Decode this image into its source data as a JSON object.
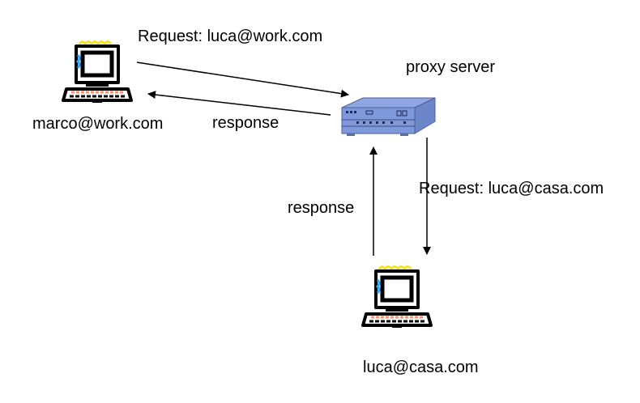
{
  "labels": {
    "request_to_proxy": "Request: luca@work.com",
    "proxy_server": "proxy server",
    "client_marco": "marco@work.com",
    "response_to_marco": "response",
    "request_to_luca": "Request: luca@casa.com",
    "response_from_luca": "response",
    "client_luca": "luca@casa.com"
  },
  "icons": {
    "computer": "computer-icon",
    "server": "server-icon"
  },
  "colors": {
    "server_body": "#8ea7e2",
    "server_face": "#7f98da",
    "computer_screen_accent": "#30a8ff",
    "computer_deco_yellow": "#f5e32b",
    "computer_deco_orange": "#ff8f66",
    "arrow": "#000000"
  }
}
